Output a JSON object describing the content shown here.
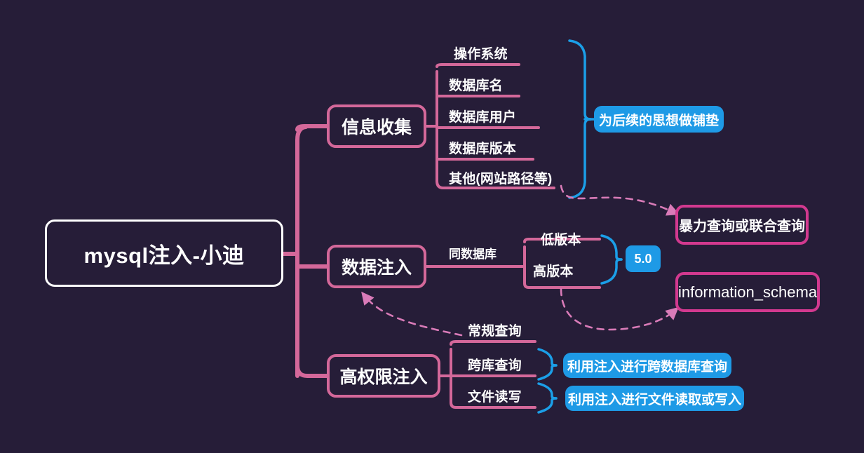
{
  "meta": {
    "background_color": "#261d38",
    "branch_color": "#d4689a",
    "accent_blue": "#1e9ae6",
    "accent_magenta": "#d2398f",
    "root_border_color": "#ffffff"
  },
  "root": {
    "label": "mysql注入-小迪"
  },
  "branches": [
    {
      "id": "info-gathering",
      "label": "信息收集",
      "children": [
        {
          "label": "操作系统"
        },
        {
          "label": "数据库名"
        },
        {
          "label": "数据库用户"
        },
        {
          "label": "数据库版本"
        },
        {
          "label": "其他(网站路径等)"
        }
      ],
      "note": "为后续的思想做铺垫"
    },
    {
      "id": "data-injection",
      "label": "数据注入",
      "edge_label": "同数据库",
      "children": [
        {
          "label": "低版本"
        },
        {
          "label": "高版本"
        }
      ],
      "version_badge": "5.0",
      "results": [
        {
          "label": "暴力查询或联合查询"
        },
        {
          "label": "information_schema"
        }
      ]
    },
    {
      "id": "high-privilege-injection",
      "label": "高权限注入",
      "children": [
        {
          "label": "常规查询"
        },
        {
          "label": "跨库查询",
          "note": "利用注入进行跨数据库查询"
        },
        {
          "label": "文件读写",
          "note": "利用注入进行文件读取或写入"
        }
      ]
    }
  ]
}
